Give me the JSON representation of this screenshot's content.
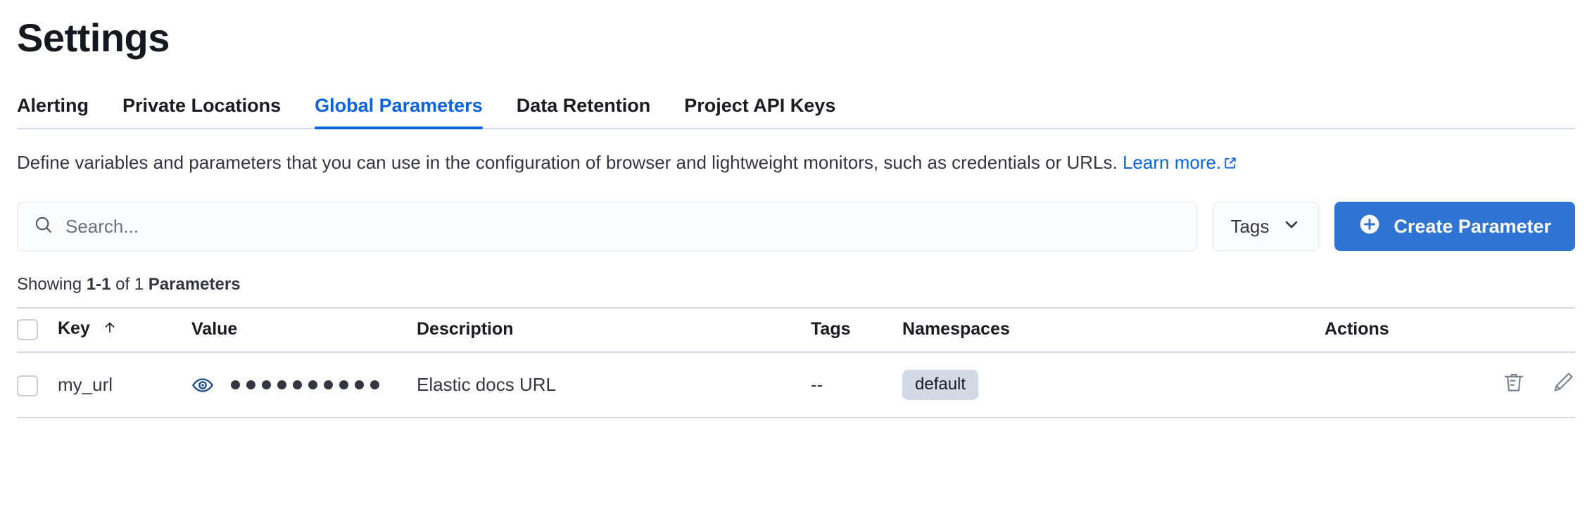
{
  "page": {
    "title": "Settings"
  },
  "tabs": [
    {
      "label": "Alerting",
      "active": false
    },
    {
      "label": "Private Locations",
      "active": false
    },
    {
      "label": "Global Parameters",
      "active": true
    },
    {
      "label": "Data Retention",
      "active": false
    },
    {
      "label": "Project API Keys",
      "active": false
    }
  ],
  "description": {
    "text": "Define variables and parameters that you can use in the configuration of browser and lightweight monitors, such as credentials or URLs.",
    "link_label": "Learn more.",
    "link_icon": "external-link-icon"
  },
  "controls": {
    "search": {
      "placeholder": "Search...",
      "value": "",
      "icon": "search-icon"
    },
    "tags_filter": {
      "label": "Tags",
      "icon": "chevron-down-icon"
    },
    "create_button": {
      "label": "Create Parameter",
      "icon": "plus-circle-icon"
    }
  },
  "results": {
    "prefix": "Showing ",
    "range": "1-1",
    "middle": " of 1 ",
    "noun": "Parameters"
  },
  "table": {
    "columns": [
      {
        "key": "select",
        "label": ""
      },
      {
        "key": "key",
        "label": "Key",
        "sorted": "asc",
        "sort_icon": "arrow-up-icon"
      },
      {
        "key": "value",
        "label": "Value"
      },
      {
        "key": "description",
        "label": "Description"
      },
      {
        "key": "tags",
        "label": "Tags"
      },
      {
        "key": "namespaces",
        "label": "Namespaces"
      },
      {
        "key": "actions",
        "label": "Actions"
      }
    ],
    "rows": [
      {
        "key": "my_url",
        "value_masked": "••••••••••",
        "value_dot_count": 10,
        "value_toggle_icon": "eye-icon",
        "description": "Elastic docs URL",
        "tags": "--",
        "namespaces": [
          "default"
        ],
        "actions": [
          {
            "name": "delete",
            "icon": "trash-icon"
          },
          {
            "name": "edit",
            "icon": "pencil-icon"
          }
        ]
      }
    ]
  },
  "colors": {
    "accent": "#0b64dd",
    "primary_button": "#3074d3",
    "border": "#d3dae6",
    "badge_bg": "#d3dae6",
    "icon_muted": "#7a8290",
    "eye_icon": "#1a4a8c"
  }
}
